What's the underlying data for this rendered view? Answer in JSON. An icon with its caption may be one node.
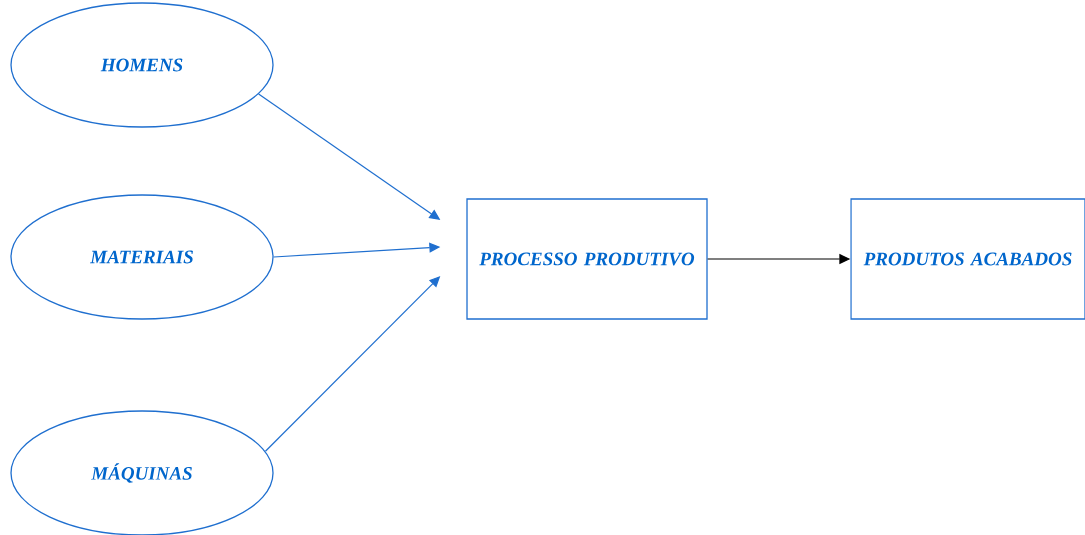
{
  "diagram": {
    "nodes": [
      {
        "text": [
          "HOMENS"
        ]
      },
      {
        "text": [
          "MATERIAIS"
        ]
      },
      {
        "text": [
          "MÁQUINAS"
        ]
      },
      {
        "text": [
          "PROCESSO PRODUTIVO"
        ]
      },
      {
        "text": [
          "PRODUTOS ACABADOS"
        ]
      }
    ],
    "edges": [
      {
        "from": 0,
        "to": 3,
        "arrow": "to"
      },
      {
        "from": 1,
        "to": 3,
        "arrow": "to"
      },
      {
        "from": 2,
        "to": 3,
        "arrow": "to"
      },
      {
        "from": 3,
        "to": 4,
        "arrow": "to",
        "color": "#000000"
      }
    ]
  }
}
